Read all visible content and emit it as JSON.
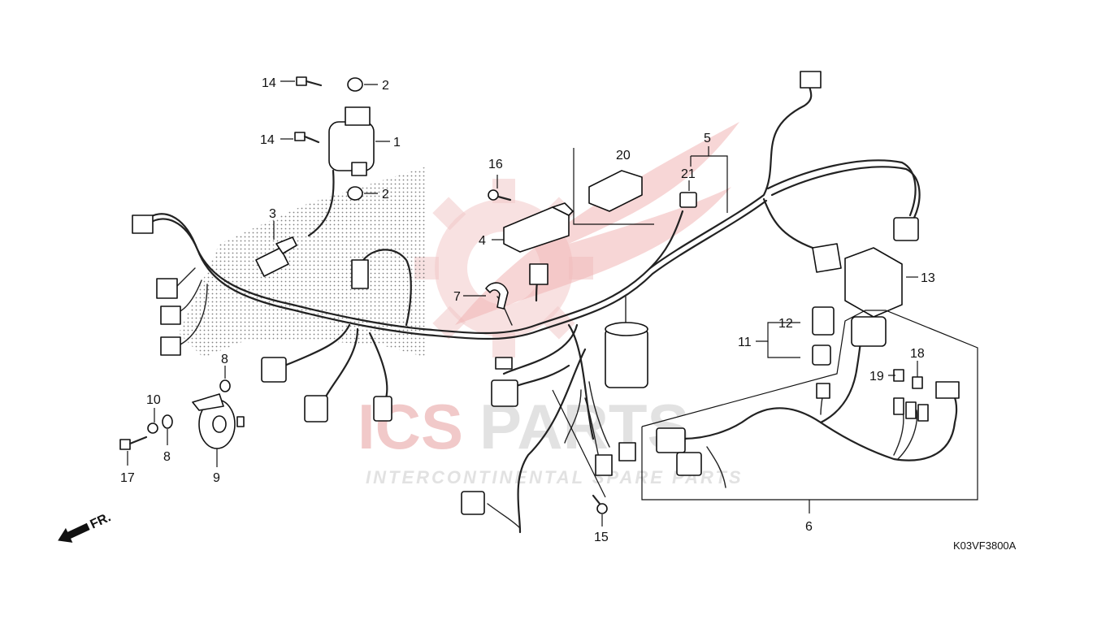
{
  "watermark": {
    "brand_left": "ICS",
    "brand_right": "PARTS",
    "tagline": "INTERCONTINENTAL SPARE PARTS",
    "brand_color": "#e8a0a0",
    "secondary_color": "#d8d8d8"
  },
  "diagram_code": "K03VF3800A",
  "front_indicator": "FR.",
  "callouts": [
    {
      "id": "c1",
      "label": "1"
    },
    {
      "id": "c2a",
      "label": "2"
    },
    {
      "id": "c2b",
      "label": "2"
    },
    {
      "id": "c3",
      "label": "3"
    },
    {
      "id": "c4",
      "label": "4"
    },
    {
      "id": "c5",
      "label": "5"
    },
    {
      "id": "c6",
      "label": "6"
    },
    {
      "id": "c7",
      "label": "7"
    },
    {
      "id": "c8a",
      "label": "8"
    },
    {
      "id": "c8b",
      "label": "8"
    },
    {
      "id": "c9",
      "label": "9"
    },
    {
      "id": "c10",
      "label": "10"
    },
    {
      "id": "c11",
      "label": "11"
    },
    {
      "id": "c12",
      "label": "12"
    },
    {
      "id": "c13",
      "label": "13"
    },
    {
      "id": "c14a",
      "label": "14"
    },
    {
      "id": "c14b",
      "label": "14"
    },
    {
      "id": "c15",
      "label": "15"
    },
    {
      "id": "c16",
      "label": "16"
    },
    {
      "id": "c17",
      "label": "17"
    },
    {
      "id": "c18",
      "label": "18"
    },
    {
      "id": "c19",
      "label": "19"
    },
    {
      "id": "c20",
      "label": "20"
    },
    {
      "id": "c21",
      "label": "21"
    }
  ]
}
